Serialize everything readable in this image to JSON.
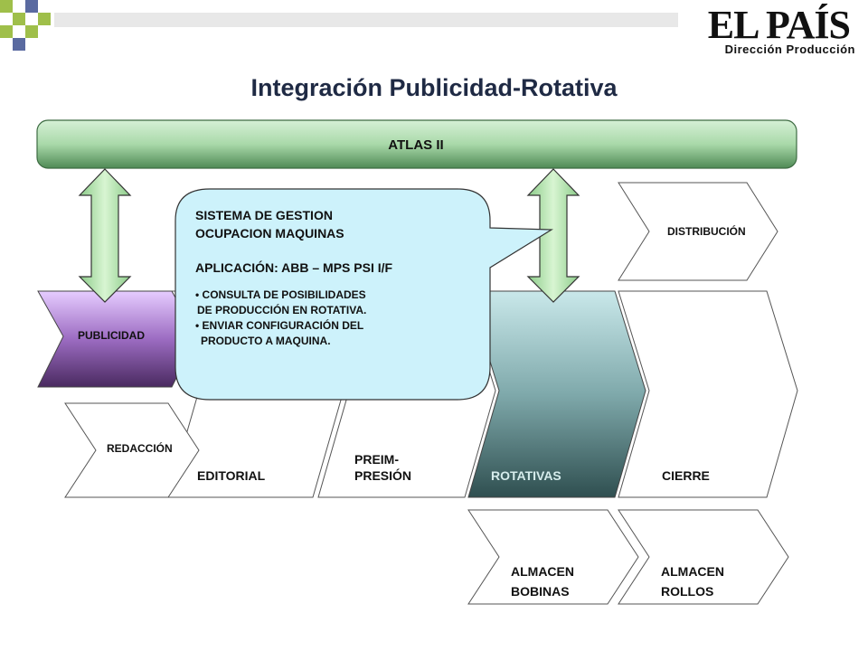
{
  "title": "Integración Publicidad-Rotativa",
  "logo": {
    "name": "EL PAÍS",
    "subtitle": "Dirección Producción"
  },
  "atlas": {
    "label": "ATLAS II"
  },
  "process": {
    "publicidad": "PUBLICIDAD",
    "redaccion": "REDACCIÓN",
    "editorial": "EDITORIAL",
    "preimpresion_1": "PREIM-",
    "preimpresion_2": "PRESIÓN",
    "rotativas": "ROTATIVAS",
    "cierre": "CIERRE",
    "distribucion": "DISTRIBUCIÓN",
    "almacen_bobinas_1": "ALMACEN",
    "almacen_bobinas_2": "BOBINAS",
    "almacen_rollos_1": "ALMACEN",
    "almacen_rollos_2": "ROLLOS"
  },
  "callout": {
    "line1": "SISTEMA DE GESTION",
    "line2": "OCUPACION MAQUINAS",
    "app": "APLICACIÓN: ABB – MPS PSI I/F",
    "bullet1a": "• CONSULTA DE POSIBILIDADES",
    "bullet1b": "DE PRODUCCIÓN EN ROTATIVA.",
    "bullet2a": "• ENVIAR CONFIGURACIÓN DEL",
    "bullet2b": "PRODUCTO A MAQUINA."
  },
  "colors": {
    "atlas_bar": "#a8d8a8",
    "publicidad": "#8b5fa8",
    "rotativas": "#3f6b6e",
    "callout": "#ccf0fa",
    "arrows": "#b6e6b0"
  }
}
